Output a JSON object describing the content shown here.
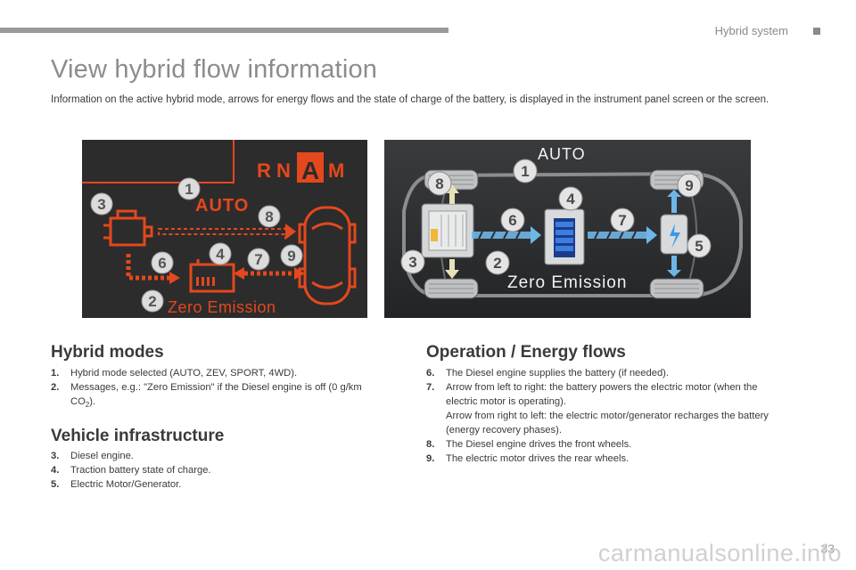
{
  "header": {
    "section_label": "Hybrid system"
  },
  "page": {
    "title": "View hybrid flow information",
    "intro": "Information on the active hybrid mode, arrows for energy flows and the state of charge of the battery, is displayed in the instrument panel screen or the screen.",
    "number": "33"
  },
  "left_display": {
    "gear_r": "R",
    "gear_n": "N",
    "gear_a": "A",
    "gear_m": "M",
    "mode_text": "AUTO",
    "message": "Zero Emission",
    "callouts": [
      "1",
      "2",
      "3",
      "4",
      "6",
      "7",
      "8",
      "9"
    ]
  },
  "right_display": {
    "mode_text": "AUTO",
    "message": "Zero Emission",
    "callouts": [
      "1",
      "2",
      "3",
      "4",
      "5",
      "6",
      "7",
      "8",
      "9"
    ]
  },
  "hybrid_modes": {
    "heading": "Hybrid modes",
    "items": [
      {
        "num": "1.",
        "text": "Hybrid mode selected (AUTO, ZEV, SPORT, 4WD)."
      },
      {
        "num": "2.",
        "text": "Messages, e.g.: \"Zero Emission\" if the Diesel engine is off (0 g/km",
        "text_cont": "CO",
        "sub": "2",
        "text_end": ")."
      }
    ]
  },
  "vehicle_infrastructure": {
    "heading": "Vehicle infrastructure",
    "items": [
      {
        "num": "3.",
        "text": "Diesel engine."
      },
      {
        "num": "4.",
        "text": "Traction battery state of charge."
      },
      {
        "num": "5.",
        "text": "Electric Motor/Generator."
      }
    ]
  },
  "operation": {
    "heading": "Operation / Energy flows",
    "items": [
      {
        "num": "6.",
        "text": "The Diesel engine supplies the battery (if needed)."
      },
      {
        "num": "7.",
        "text": "Arrow from left to right: the battery powers the electric motor (when the electric motor is operating).",
        "text_extra": "Arrow from right to left: the electric motor/generator recharges the battery (energy recovery phases)."
      },
      {
        "num": "8.",
        "text": "The Diesel engine drives the front wheels."
      },
      {
        "num": "9.",
        "text": "The electric motor drives the rear wheels."
      }
    ]
  },
  "colors": {
    "display_orange": "#e4481d",
    "display_bg": "#2c2c2c",
    "flow_blue": "#6fb6e8",
    "title_gray": "#8c8c8c"
  },
  "watermark": "carmanualsonline.info"
}
